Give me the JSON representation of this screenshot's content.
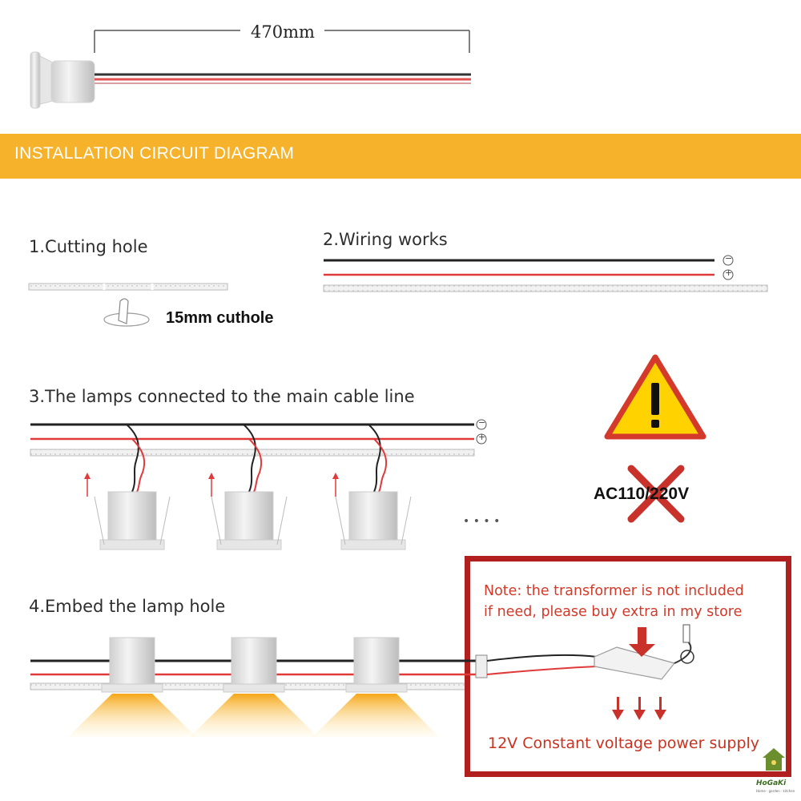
{
  "dimension": {
    "length_label": "470mm"
  },
  "banner": {
    "title": "INSTALLATION CIRCUIT DIAGRAM",
    "color": "#f7b22b"
  },
  "steps": {
    "step1": "1.Cutting hole",
    "step2": "2.Wiring works",
    "step3": "3.The lamps connected to the main cable line",
    "step4": "4.Embed the lamp hole"
  },
  "cut_hole_label": "15mm cuthole",
  "polarity": {
    "negative": "−",
    "positive": "+"
  },
  "continuation": "• • • •",
  "warning": {
    "icon": "warning-triangle-icon",
    "crossed_label": "AC110/220V"
  },
  "note": {
    "line1": "Note: the transformer is not included",
    "line2": "if need, please buy extra in my store",
    "supply": "12V Constant voltage power supply"
  },
  "logo": {
    "name": "HoGaKi",
    "tagline": "Home · garden · kitchen"
  },
  "colors": {
    "accent": "#f7b22b",
    "note_red": "#b21f1f",
    "wire_red": "#e03a3a",
    "wire_black": "#222222",
    "light": "#f5b81e"
  }
}
